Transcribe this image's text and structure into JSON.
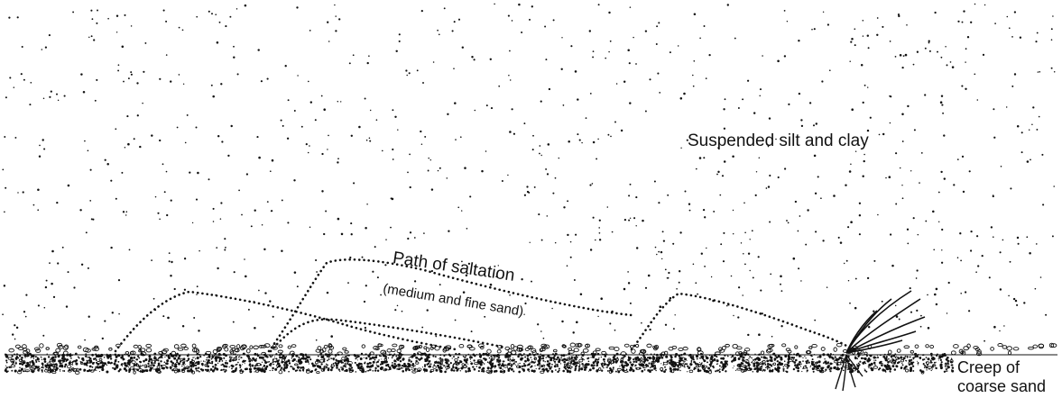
{
  "labels": {
    "suspended": "Suspended silt and clay",
    "saltation": "Path of saltation",
    "saltation_sub": "(medium and fine sand)",
    "creep_line1": "Creep of",
    "creep_line2": "coarse sand"
  },
  "colors": {
    "ink": "#111111",
    "background": "#ffffff"
  }
}
